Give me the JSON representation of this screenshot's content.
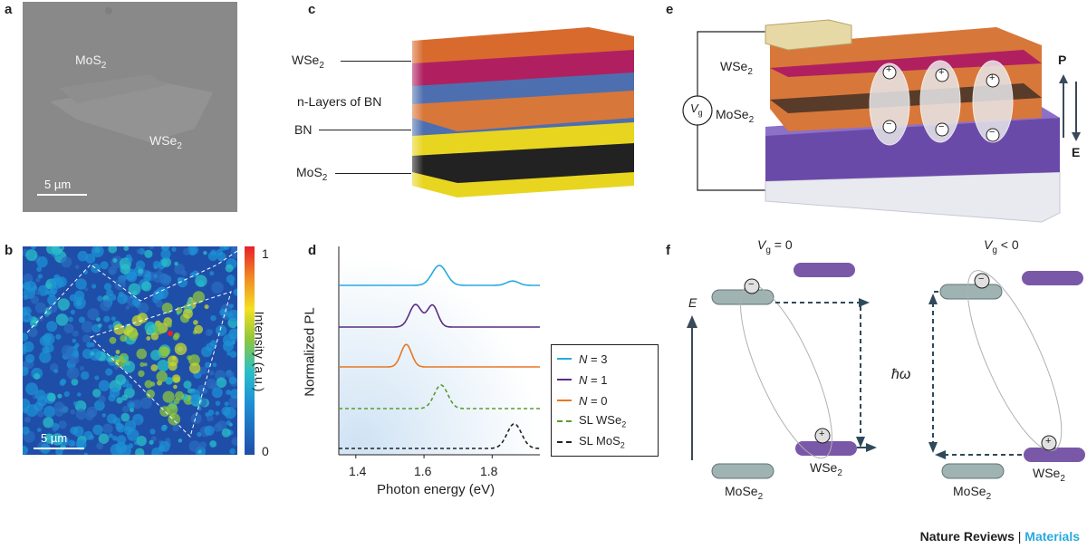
{
  "panels": {
    "a": {
      "letter": "a",
      "label_mos2": "MoS",
      "label_mos2_sub": "2",
      "label_wse2": "WSe",
      "label_wse2_sub": "2",
      "scalebar": "5 µm"
    },
    "b": {
      "letter": "b",
      "scalebar": "5 µm",
      "colorbar_max": "1",
      "colorbar_min": "0",
      "colorbar_label": "Intensity (a.u.)"
    },
    "c": {
      "letter": "c",
      "layers": [
        {
          "text": "WSe",
          "sub": "2"
        },
        {
          "text": "n-Layers of BN",
          "sub": ""
        },
        {
          "text": "BN",
          "sub": ""
        },
        {
          "text": "MoS",
          "sub": "2"
        }
      ]
    },
    "d": {
      "letter": "d",
      "ylabel": "Normalized PL",
      "xlabel": "Photon energy (eV)",
      "xticks": [
        "1.4",
        "1.6",
        "1.8"
      ]
    },
    "e": {
      "letter": "e",
      "label_wse2": "WSe",
      "label_wse2_sub": "2",
      "label_mose2": "MoSe",
      "label_mose2_sub": "2",
      "vg": "V",
      "vg_sub": "g",
      "p": "P",
      "e": "E",
      "plus": "+",
      "minus": "−"
    },
    "f": {
      "letter": "f",
      "left_title": "V",
      "left_title_sub": "g",
      "left_title_rest": " = 0",
      "right_title": "V",
      "right_title_sub": "g",
      "right_title_rest": " < 0",
      "axis_label": "E",
      "hw": "ħω",
      "mose2": "MoSe",
      "mose2_sub": "2",
      "wse2": "WSe",
      "wse2_sub": "2",
      "plus": "+",
      "minus": "−"
    }
  },
  "chart_data": {
    "type": "line",
    "xlabel": "Photon energy (eV)",
    "ylabel": "Normalized PL",
    "xlim": [
      1.35,
      1.94
    ],
    "x_ticks": [
      1.4,
      1.6,
      1.8
    ],
    "series": [
      {
        "name": "N = 3",
        "color": "#29a9e0",
        "dashed": false,
        "peaks": [
          {
            "center": 1.645,
            "height": 0.55,
            "width": 0.03
          },
          {
            "center": 1.86,
            "height": 0.12,
            "width": 0.025
          }
        ]
      },
      {
        "name": "N = 1",
        "color": "#5a2d82",
        "dashed": false,
        "peaks": [
          {
            "center": 1.575,
            "height": 0.62,
            "width": 0.025
          },
          {
            "center": 1.625,
            "height": 0.6,
            "width": 0.022
          }
        ]
      },
      {
        "name": "N = 0",
        "color": "#e87722",
        "dashed": false,
        "peaks": [
          {
            "center": 1.548,
            "height": 0.62,
            "width": 0.022
          }
        ]
      },
      {
        "name": "SL WSe",
        "sub": "2",
        "color": "#5a9a2e",
        "dashed": true,
        "peaks": [
          {
            "center": 1.65,
            "height": 0.65,
            "width": 0.028
          }
        ]
      },
      {
        "name": "SL MoS",
        "sub": "2",
        "color": "#222222",
        "dashed": true,
        "peaks": [
          {
            "center": 1.865,
            "height": 0.68,
            "width": 0.03
          }
        ]
      }
    ]
  },
  "credit": {
    "journal": "Nature Reviews",
    "separator": "|",
    "section": "Materials",
    "journal_color": "#231f20",
    "section_color": "#29a9e0"
  }
}
